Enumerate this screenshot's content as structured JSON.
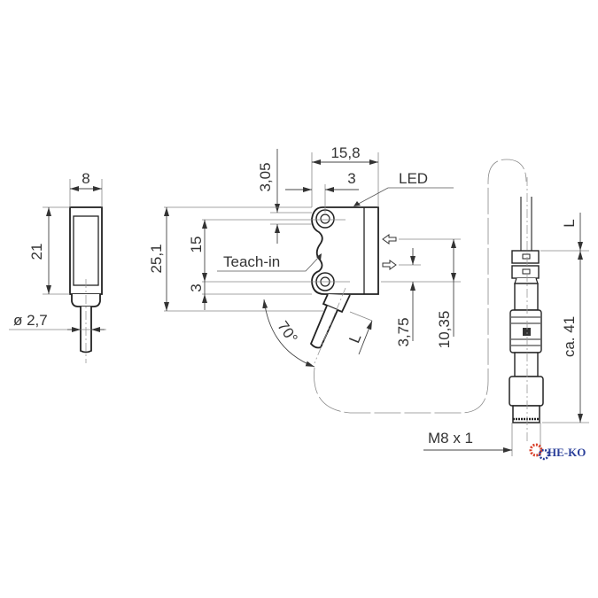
{
  "left_view": {
    "width_label": "8",
    "height_label": "21",
    "cable_diameter_label": "ø 2,7"
  },
  "front_view": {
    "width_label": "15,8",
    "offset_label": "3",
    "top_offset_label": "3,05",
    "height_label": "25,1",
    "hole_spacing_label": "15",
    "bottom_offset_label": "3",
    "led_label": "LED",
    "teach_label": "Teach-in",
    "optical_axis_label": "3,75",
    "axis_spacing_label": "10,35",
    "angle_label": "70°",
    "cable_length_label": "L"
  },
  "connector_view": {
    "length_label": "L",
    "connector_length_label": "ca. 41",
    "thread_label": "M8 x 1"
  },
  "watermark": {
    "text": "HE-KO",
    "colors": {
      "gear": "#d9412b",
      "text": "#2a3f9a"
    }
  }
}
